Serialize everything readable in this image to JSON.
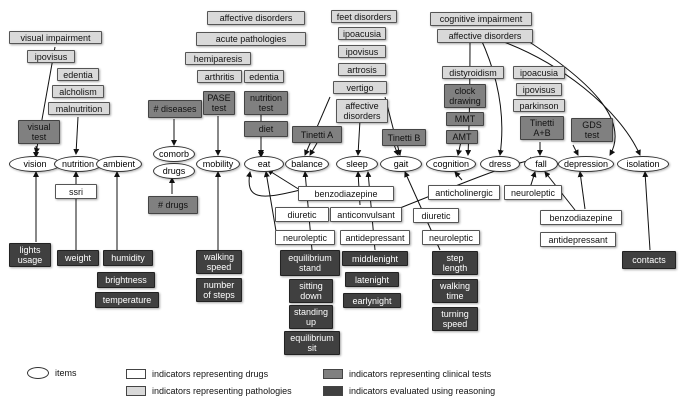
{
  "items": {
    "vision": "vision",
    "nutrition": "nutrition",
    "ambient": "ambient",
    "comorb": "comorb",
    "drugs": "drugs",
    "mobility": "mobility",
    "eat": "eat",
    "balance": "balance",
    "sleep": "sleep",
    "gait": "gait",
    "cognition": "cognition",
    "dress": "dress",
    "fall": "fall",
    "depression": "depression",
    "isolation": "isolation"
  },
  "pathologies": {
    "visual_impairment": "visual impairment",
    "ipovisus": "ipovisus",
    "edentia_left": "edentia",
    "alcholism": "alcholism",
    "malnutrition": "malnutrition",
    "affective_disorders_mid": "affective disorders",
    "acute_pathologies": "acute pathologies",
    "hemiparesis": "hemiparesis",
    "arthritis": "arthritis",
    "edentia_mid": "edentia",
    "feet_disorders": "feet disorders",
    "ipoacusia_mid": "ipoacusia",
    "ipovisus_mid": "ipovisus",
    "artrosis": "artrosis",
    "vertigo": "vertigo",
    "affective_disorders_sleep": "affective\ndisorders",
    "cognitive_impairment": "cognitive impairment",
    "affective_disorders_right": "affective disorders",
    "distyroidism": "distyroidism",
    "ipoacusia_right": "ipoacusia",
    "ipovisus_right": "ipovisus",
    "parkinson": "parkinson"
  },
  "clinical_tests": {
    "visual_test": "visual\ntest",
    "diseases": "# diseases",
    "pase_test": "PASE\ntest",
    "nutrition_test": "nutrition\ntest",
    "diet": "diet",
    "tinetti_a": "Tinetti A",
    "tinetti_b": "Tinetti B",
    "clock_drawing": "clock\ndrawing",
    "mmt": "MMT",
    "amt": "AMT",
    "tinetti_ab": "Tinetti\nA+B",
    "gds_test": "GDS\ntest",
    "num_drugs": "# drugs"
  },
  "drugs": {
    "ssri": "ssri",
    "benzodiazepine_mid": "benzodiazepine",
    "diuretic_mid": "diuretic",
    "anticonvulsant": "anticonvulsant",
    "neuroleptic_mid": "neuroleptic",
    "antidepressant_mid": "antidepressant",
    "diuretic_gait": "diuretic",
    "neuroleptic_gait": "neuroleptic",
    "anticholinergic": "anticholinergic",
    "neuroleptic_fall": "neuroleptic",
    "benzodiazepine_right": "benzodiazepine",
    "antidepressant_right": "antidepressant"
  },
  "reasoning": {
    "lights_usage": "lights\nusage",
    "weight": "weight",
    "humidity": "humidity",
    "brightness": "brightness",
    "temperature": "temperature",
    "walking_speed": "walking\nspeed",
    "number_of_steps": "number\nof steps",
    "equilibrium_stand": "equilibrium\nstand",
    "sitting_down": "sitting\ndown",
    "standing_up": "standing\nup",
    "equilibrium_sit": "equilibrium\nsit",
    "middlenight": "middlenight",
    "latenight": "latenight",
    "earlynight": "earlynight",
    "step_length": "step\nlength",
    "walking_time": "walking\ntime",
    "turning_speed": "turning\nspeed",
    "contacts": "contacts"
  },
  "legend": {
    "items": "items",
    "drugs": "indicators representing drugs",
    "pathologies": "indicators representing pathologies",
    "clinical": "indicators representing clinical tests",
    "reasoning": "indicators evaluated using reasoning"
  }
}
